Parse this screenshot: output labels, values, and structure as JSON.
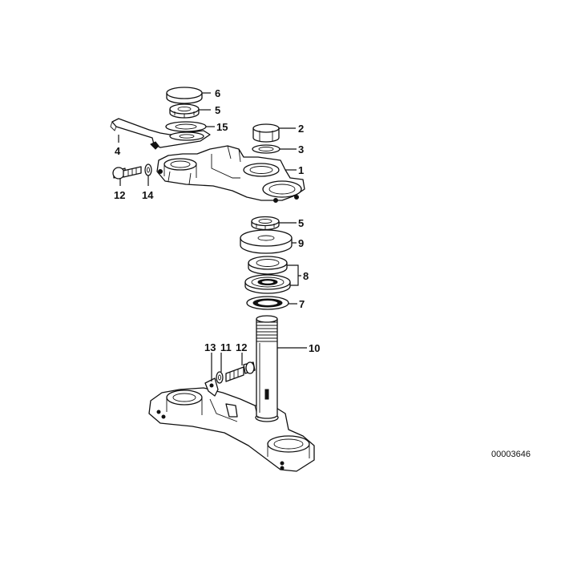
{
  "diagram": {
    "callouts": {
      "c6": "6",
      "c5a": "5",
      "c15": "15",
      "c2": "2",
      "c3": "3",
      "c1": "1",
      "c4": "4",
      "c12a": "12",
      "c14": "14",
      "c5b": "5",
      "c9": "9",
      "c8": "8",
      "c7": "7",
      "c10": "10",
      "c13": "13",
      "c11": "11",
      "c12b": "12"
    },
    "drawing_number": "00003646"
  }
}
